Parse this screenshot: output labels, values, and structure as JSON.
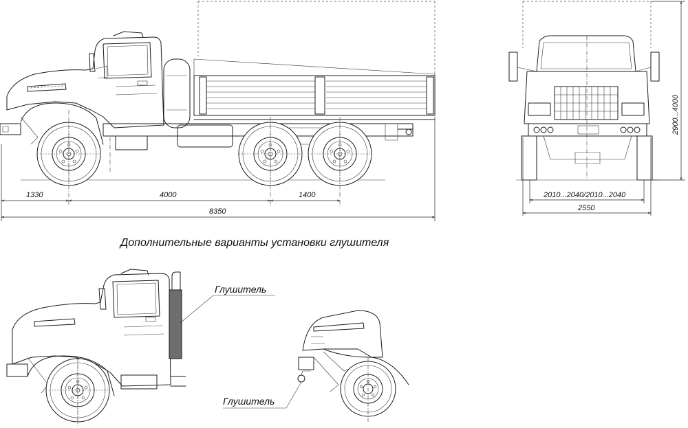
{
  "dimensions": {
    "front_overhang": "1330",
    "wheelbase": "4000",
    "rear_axle_spacing": "1400",
    "overall_length": "8350",
    "height": "2900...4000",
    "track_width": "2010...2040/2010...2040",
    "overall_width": "2550"
  },
  "caption": "Дополнительные варианты установки глушителя",
  "labels": {
    "muffler_vertical": "Глушитель",
    "muffler_low": "Глушитель"
  },
  "colors": {
    "line": "#1a1a1a",
    "muffler_fill": "#6e6e6e",
    "background": "#ffffff"
  }
}
